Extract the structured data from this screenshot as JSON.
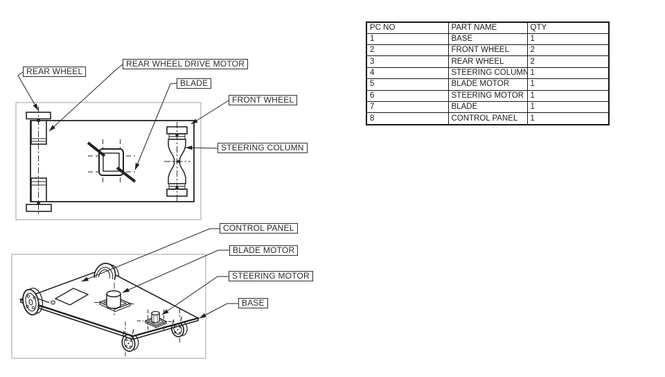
{
  "callouts": {
    "rear_wheel": "REAR WHEEL",
    "rear_wheel_drive_motor": "REAR WHEEL DRIVE MOTOR",
    "blade": "BLADE",
    "front_wheel": "FRONT WHEEL",
    "steering_column": "STEERING COLUMN",
    "control_panel": "CONTROL PANEL",
    "blade_motor": "BLADE MOTOR",
    "steering_motor": "STEERING MOTOR",
    "base": "BASE"
  },
  "parts_table": {
    "headers": [
      "PC NO",
      "PART NAME",
      "QTY"
    ],
    "rows": [
      [
        "1",
        "BASE",
        "1"
      ],
      [
        "2",
        "FRONT WHEEL",
        "2"
      ],
      [
        "3",
        "REAR WHEEL",
        "2"
      ],
      [
        "4",
        "STEERING COLUMN",
        "1"
      ],
      [
        "5",
        "BLADE MOTOR",
        "1"
      ],
      [
        "6",
        "STEERING MOTOR",
        "1"
      ],
      [
        "7",
        "BLADE",
        "1"
      ],
      [
        "8",
        "CONTROL PANEL",
        "1"
      ]
    ]
  },
  "colors": {
    "line": "#222222",
    "viewport_frame": "#b0b0b0",
    "background": "#ffffff"
  }
}
